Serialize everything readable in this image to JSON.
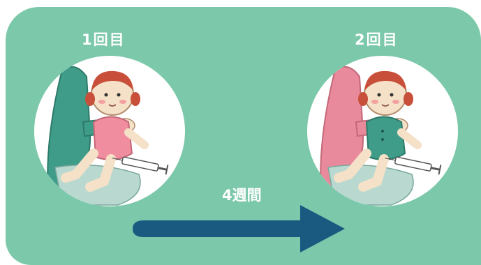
{
  "steps": [
    {
      "label": "1回目",
      "illustration": "parent-holding-child-pink-shirt-syringe"
    },
    {
      "label": "2回目",
      "illustration": "parent-holding-child-green-shirt-syringe"
    }
  ],
  "interval": {
    "label": "4週間",
    "icon": "right-arrow-icon"
  },
  "colors": {
    "panel": "#7cc8aa",
    "arrow": "#1a5a80",
    "text": "#ffffff"
  }
}
